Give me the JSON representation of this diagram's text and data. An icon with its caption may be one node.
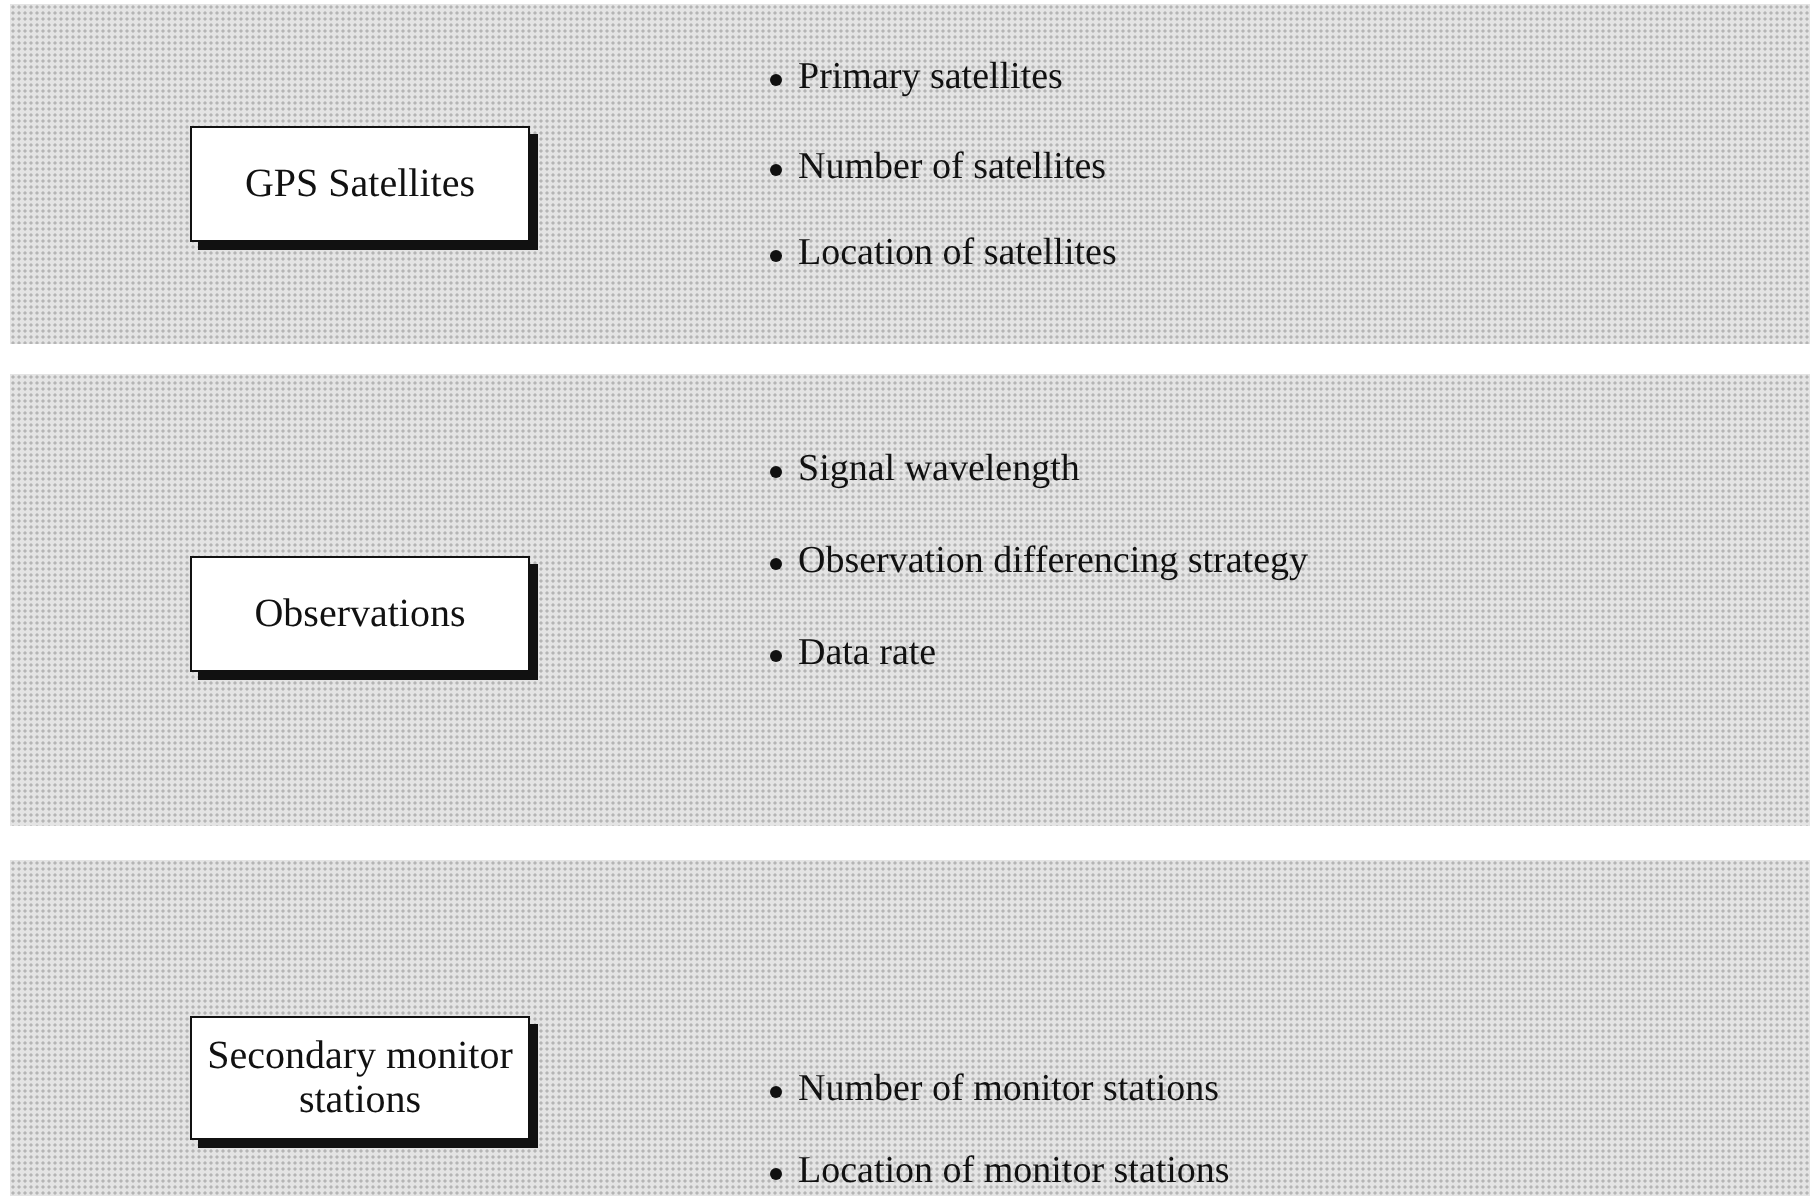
{
  "diagram": {
    "nodes": [
      {
        "text": [
          "Primary satellites",
          "Number of satellites",
          "Location of satellites"
        ]
      },
      {
        "text": [
          "GPS Satellites"
        ],
        "in": 0
      },
      {
        "text": [
          "Signal wavelength",
          "Observation differencing strategy",
          "Data rate"
        ]
      },
      {
        "text": [
          "Observations"
        ],
        "in": 2
      },
      {
        "text": [
          "Number of monitor stations",
          "Location of monitor stations"
        ]
      },
      {
        "text": [
          "Secondary monitor stations"
        ],
        "in": 4
      }
    ]
  }
}
